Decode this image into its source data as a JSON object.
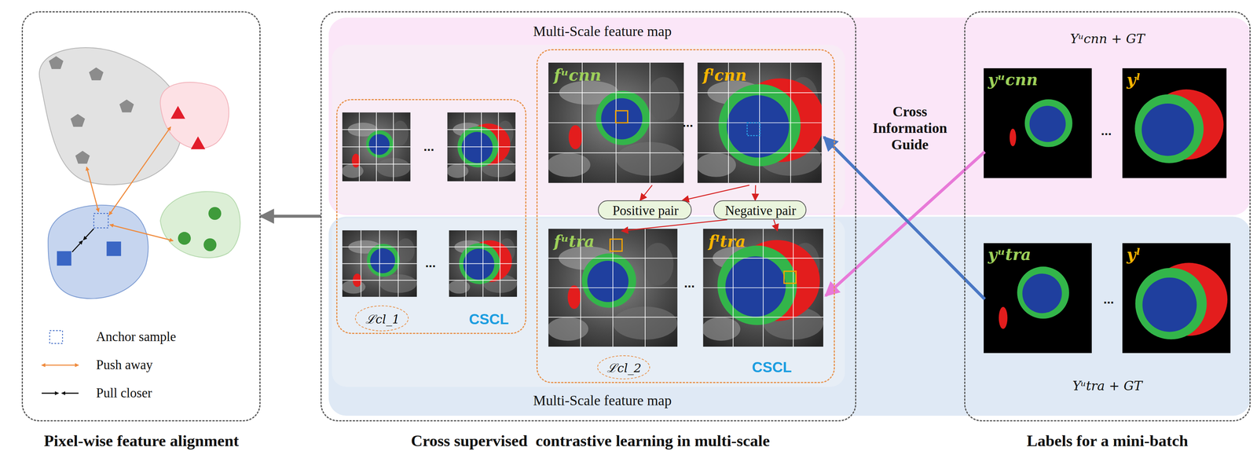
{
  "diagram": {
    "nodes": [
      {
        "text": [
          "Pixel-wise feature alignment"
        ]
      },
      {
        "text": [
          "Multi-Scale feature map",
          "Multi-Scale feature map",
          "Cross supervised  contrastive learning in multi-scale"
        ]
      },
      {
        "text": [
          "CSCL"
        ],
        "in": 1
      },
      {
        "text": [
          "ℒcl_1"
        ],
        "in": 2
      },
      {
        "text": [
          "CSCL"
        ],
        "in": 1
      },
      {
        "text": [
          "fᵘcnn"
        ],
        "in": 4
      },
      {
        "text": [
          "fˡcnn"
        ],
        "in": 4
      },
      {
        "text": [
          "Positive pair"
        ],
        "in": 4
      },
      {
        "text": [
          "Negative pair"
        ],
        "in": 4
      },
      {
        "text": [
          "fᵘtra"
        ],
        "in": 4
      },
      {
        "text": [
          "fˡtra"
        ],
        "in": 4
      },
      {
        "text": [
          "ℒcl_2"
        ],
        "in": 4
      },
      {
        "text": [
          "Yᵘcnn + GT",
          "Yᵘtra + GT",
          "Labels for a mini-batch"
        ]
      },
      {
        "text": [
          "yᵘcnn"
        ],
        "in": 12
      },
      {
        "text": [
          "yˡ"
        ],
        "in": 12
      },
      {
        "text": [
          "yᵘtra"
        ],
        "in": 12
      },
      {
        "text": [
          "yˡ"
        ],
        "in": 12
      }
    ],
    "edges": [
      {
        "from": 1,
        "to": 0,
        "arrow": "to"
      },
      {
        "from": 5,
        "to": 7,
        "arrow": "to"
      },
      {
        "from": 6,
        "to": 7,
        "arrow": "to"
      },
      {
        "from": 6,
        "to": 8,
        "arrow": "to"
      },
      {
        "from": 8,
        "to": 9,
        "arrow": "to"
      },
      {
        "from": 8,
        "to": 10,
        "arrow": "to"
      },
      {
        "from": 13,
        "to": 10,
        "arrow": "to"
      },
      {
        "from": 15,
        "to": 6,
        "arrow": "to"
      }
    ],
    "labels": [
      "Cross Information Guide",
      "...",
      "...",
      "...",
      "...",
      "...",
      "..."
    ],
    "legend": [
      {
        "text": "Anchor sample"
      },
      {
        "text": "Push away"
      },
      {
        "text": "Pull closer"
      }
    ]
  }
}
